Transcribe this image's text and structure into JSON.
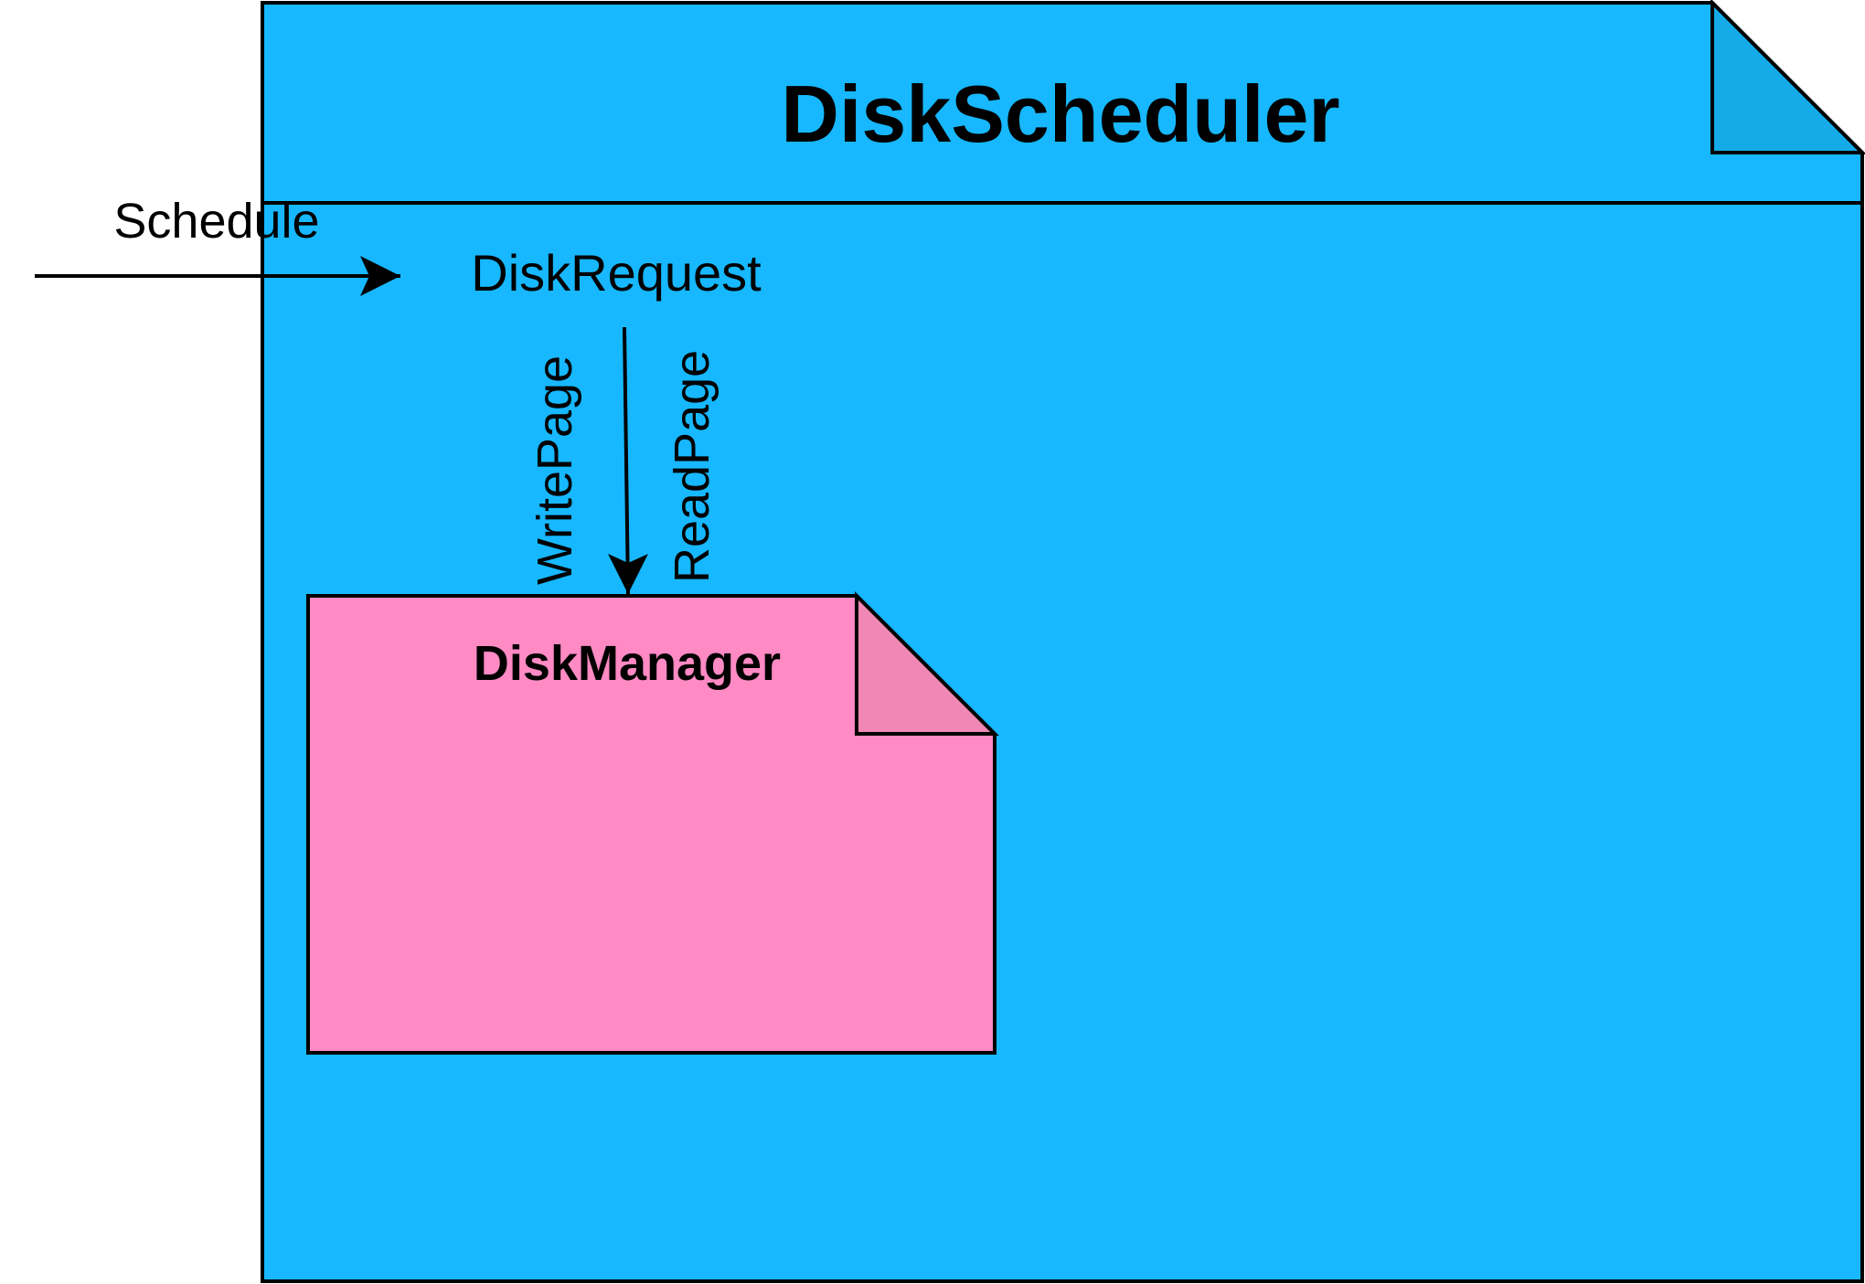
{
  "colors": {
    "scheduler_fill": "#17B8FF",
    "scheduler_fold": "#14ABE8",
    "manager_fill": "#FF8AC4",
    "manager_fold": "#F087B5",
    "stroke": "#000000"
  },
  "scheduler": {
    "title": "DiskScheduler"
  },
  "manager": {
    "title": "DiskManager"
  },
  "request": {
    "label": "DiskRequest"
  },
  "edges": {
    "schedule": "Schedule",
    "write_page": "WritePage",
    "read_page": "ReadPage"
  }
}
